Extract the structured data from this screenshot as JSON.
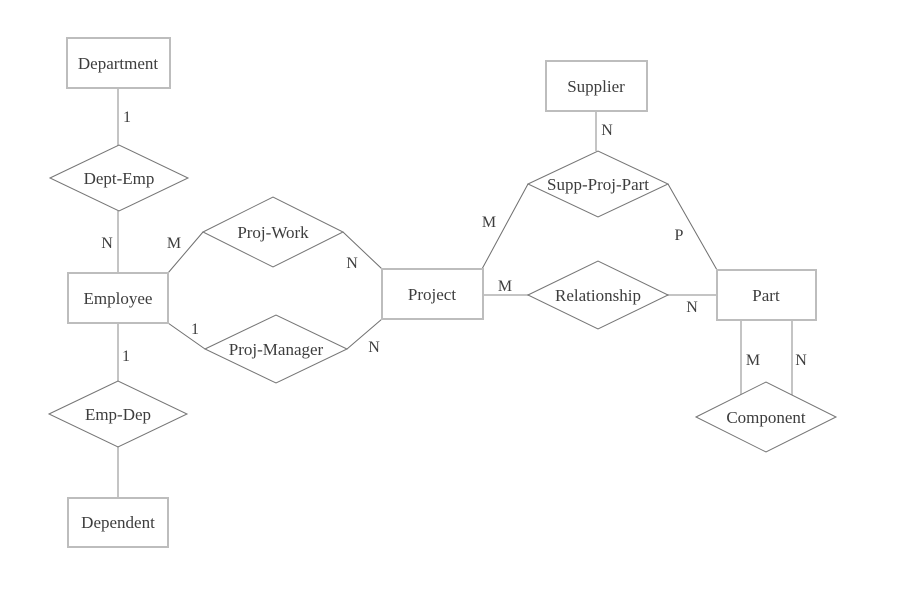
{
  "diagram": {
    "type": "er-diagram",
    "background": "#ffffff",
    "colors": {
      "entity_border": "#bdbdbd",
      "relationship_border": "#757575",
      "connector": "#c4c4c4",
      "diagonal": "#6e6e6e",
      "text": "#3d3d3d"
    },
    "entities": [
      {
        "label": "Department"
      },
      {
        "label": "Employee"
      },
      {
        "label": "Project"
      },
      {
        "label": "Supplier"
      },
      {
        "label": "Part"
      },
      {
        "label": "Dependent"
      }
    ],
    "relationships": [
      {
        "label": "Dept-Emp"
      },
      {
        "label": "Proj-Work"
      },
      {
        "label": "Proj-Manager"
      },
      {
        "label": "Supp-Proj-Part"
      },
      {
        "label": "Relationship"
      },
      {
        "label": "Emp-Dep"
      },
      {
        "label": "Component"
      }
    ],
    "cardinalities": [
      {
        "at": "department to dept-emp",
        "label": "1"
      },
      {
        "at": "dept-emp to employee",
        "label": "N"
      },
      {
        "at": "employee to proj-work",
        "label": "M"
      },
      {
        "at": "proj-work to project",
        "label": "N"
      },
      {
        "at": "employee to proj-manager",
        "label": "1"
      },
      {
        "at": "proj-manager to project",
        "label": "N"
      },
      {
        "at": "employee to emp-dep",
        "label": "1"
      },
      {
        "at": "project to supp-proj-part",
        "label": "M"
      },
      {
        "at": "supplier to supp-proj-part",
        "label": "N"
      },
      {
        "at": "supp-proj-part to part",
        "label": "P"
      },
      {
        "at": "project to relationship",
        "label": "M"
      },
      {
        "at": "relationship to part",
        "label": "N"
      },
      {
        "at": "part to component left",
        "label": "M"
      },
      {
        "at": "part to component right",
        "label": "N"
      }
    ]
  }
}
